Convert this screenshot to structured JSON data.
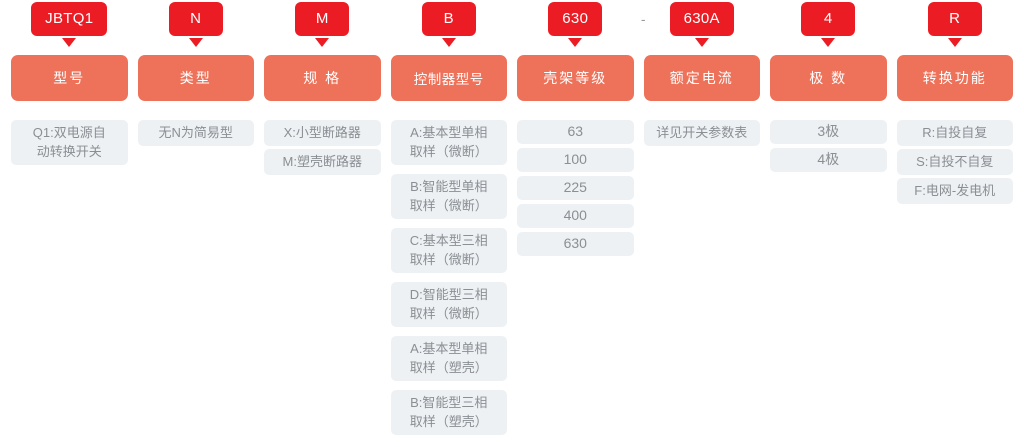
{
  "title": "JBTQ1 双电源自动转换开关 型号含义",
  "colors": {
    "code_tag_red": "#ec1c24",
    "header_salmon": "#ee7259",
    "chip_background": "#eef1f3",
    "chip_text": "#8a8f94"
  },
  "separator": {
    "dash": "-"
  },
  "columns": [
    {
      "code": "JBTQ1",
      "header": "型号",
      "items": [
        "Q1:双电源自\n动转换开关"
      ]
    },
    {
      "code": "N",
      "header": "类型",
      "items": [
        "无N为简易型"
      ]
    },
    {
      "code": "M",
      "header": "规 格",
      "items": [
        "X:小型断路器",
        "M:塑壳断路器"
      ]
    },
    {
      "code": "B",
      "header": "控制器型号",
      "items": [
        "A:基本型单相\n取样（微断）",
        "B:智能型单相\n取样（微断）",
        "C:基本型三相\n取样（微断）",
        "D:智能型三相\n取样（微断）",
        "A:基本型单相\n取样（塑壳）",
        "B:智能型三相\n取样（塑壳）"
      ]
    },
    {
      "code": "630",
      "header": "壳架等级",
      "items": [
        "63",
        "100",
        "225",
        "400",
        "630"
      ]
    },
    {
      "code": "630A",
      "header": "额定电流",
      "items": [
        "详见开关参数表"
      ]
    },
    {
      "code": "4",
      "header": "极 数",
      "items": [
        "3极",
        "4极"
      ]
    },
    {
      "code": "R",
      "header": "转换功能",
      "items": [
        "R:自投自复",
        "S:自投不自复",
        "F:电网-发电机"
      ]
    }
  ]
}
